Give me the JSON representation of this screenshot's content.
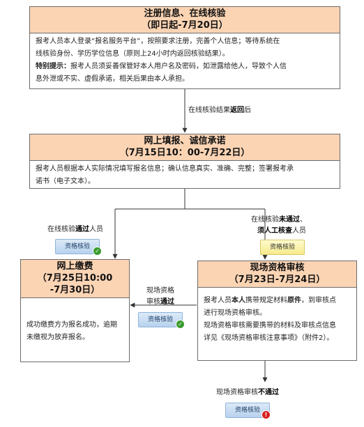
{
  "step1": {
    "title": "注册信息、在线核验",
    "date": "（即日起-7月20日）",
    "line1": "报考人员本人登录“报名服务平台”，按照要求注册，完善个人信息；等待系统在",
    "line2": "线核验身份、学历学位信息（原则上24小时内返回核验结果）。",
    "line3_bold": "特别提示：",
    "line3": "报考人员须妥善保管好本人用户名及密码，如泄露给他人，导致个人信",
    "line4": "息外泄或不实、虚假承诺，相关后果由本人承担。"
  },
  "arrow1": {
    "pre": "在线核验结果",
    "bold": "返回",
    "post": "后"
  },
  "step2": {
    "title": "网上填报、诚信承诺",
    "date": "（7月15日10：00-7月22日）",
    "line1": "报考人员根据本人实际情况填写报名信息；确认信息真实、准确、完整；签署报考承",
    "line2": "诺书（电子文本）。"
  },
  "branch_left": {
    "pre": "在线核验",
    "bold": "通过",
    "post": "人员"
  },
  "branch_right": {
    "line1_pre": "在线核验",
    "line1_bold": "未通过",
    "line1_post": "、",
    "line2_bold": "须人工核查",
    "line2_post": "人员"
  },
  "badge_label": "资格核验",
  "step3": {
    "title": "网上缴费",
    "date1": "（7月25日10:00",
    "date2": "-7月30日）",
    "line1": "成功缴费方为报名成功，逾期",
    "line2": "未缴视为放弃报名。"
  },
  "step4": {
    "title": "现场资格审核",
    "date": "（7月23日-7月24日）",
    "line1_pre": "报考人员",
    "line1_bold1": "本人",
    "line1_mid": "携带规定材料",
    "line1_bold2": "原件",
    "line1_post": "，到审核点",
    "line2": "进行现场资格审核。",
    "line3": "现场资格审核需要携带的材料及审核点信息",
    "line4": "详见《现场资格审核注意事项》（附件2）。"
  },
  "mid_label": {
    "line1": "现场资格",
    "line2_pre": "审核",
    "line2_bold": "通过"
  },
  "bottom_label": {
    "pre": "现场资格审核",
    "bold": "不通过"
  },
  "colors": {
    "header_fill": "#fbd4b4",
    "border": "#6b6b6b",
    "pass_mark": "#3a9b2e",
    "fail_mark": "#d81f1f"
  }
}
